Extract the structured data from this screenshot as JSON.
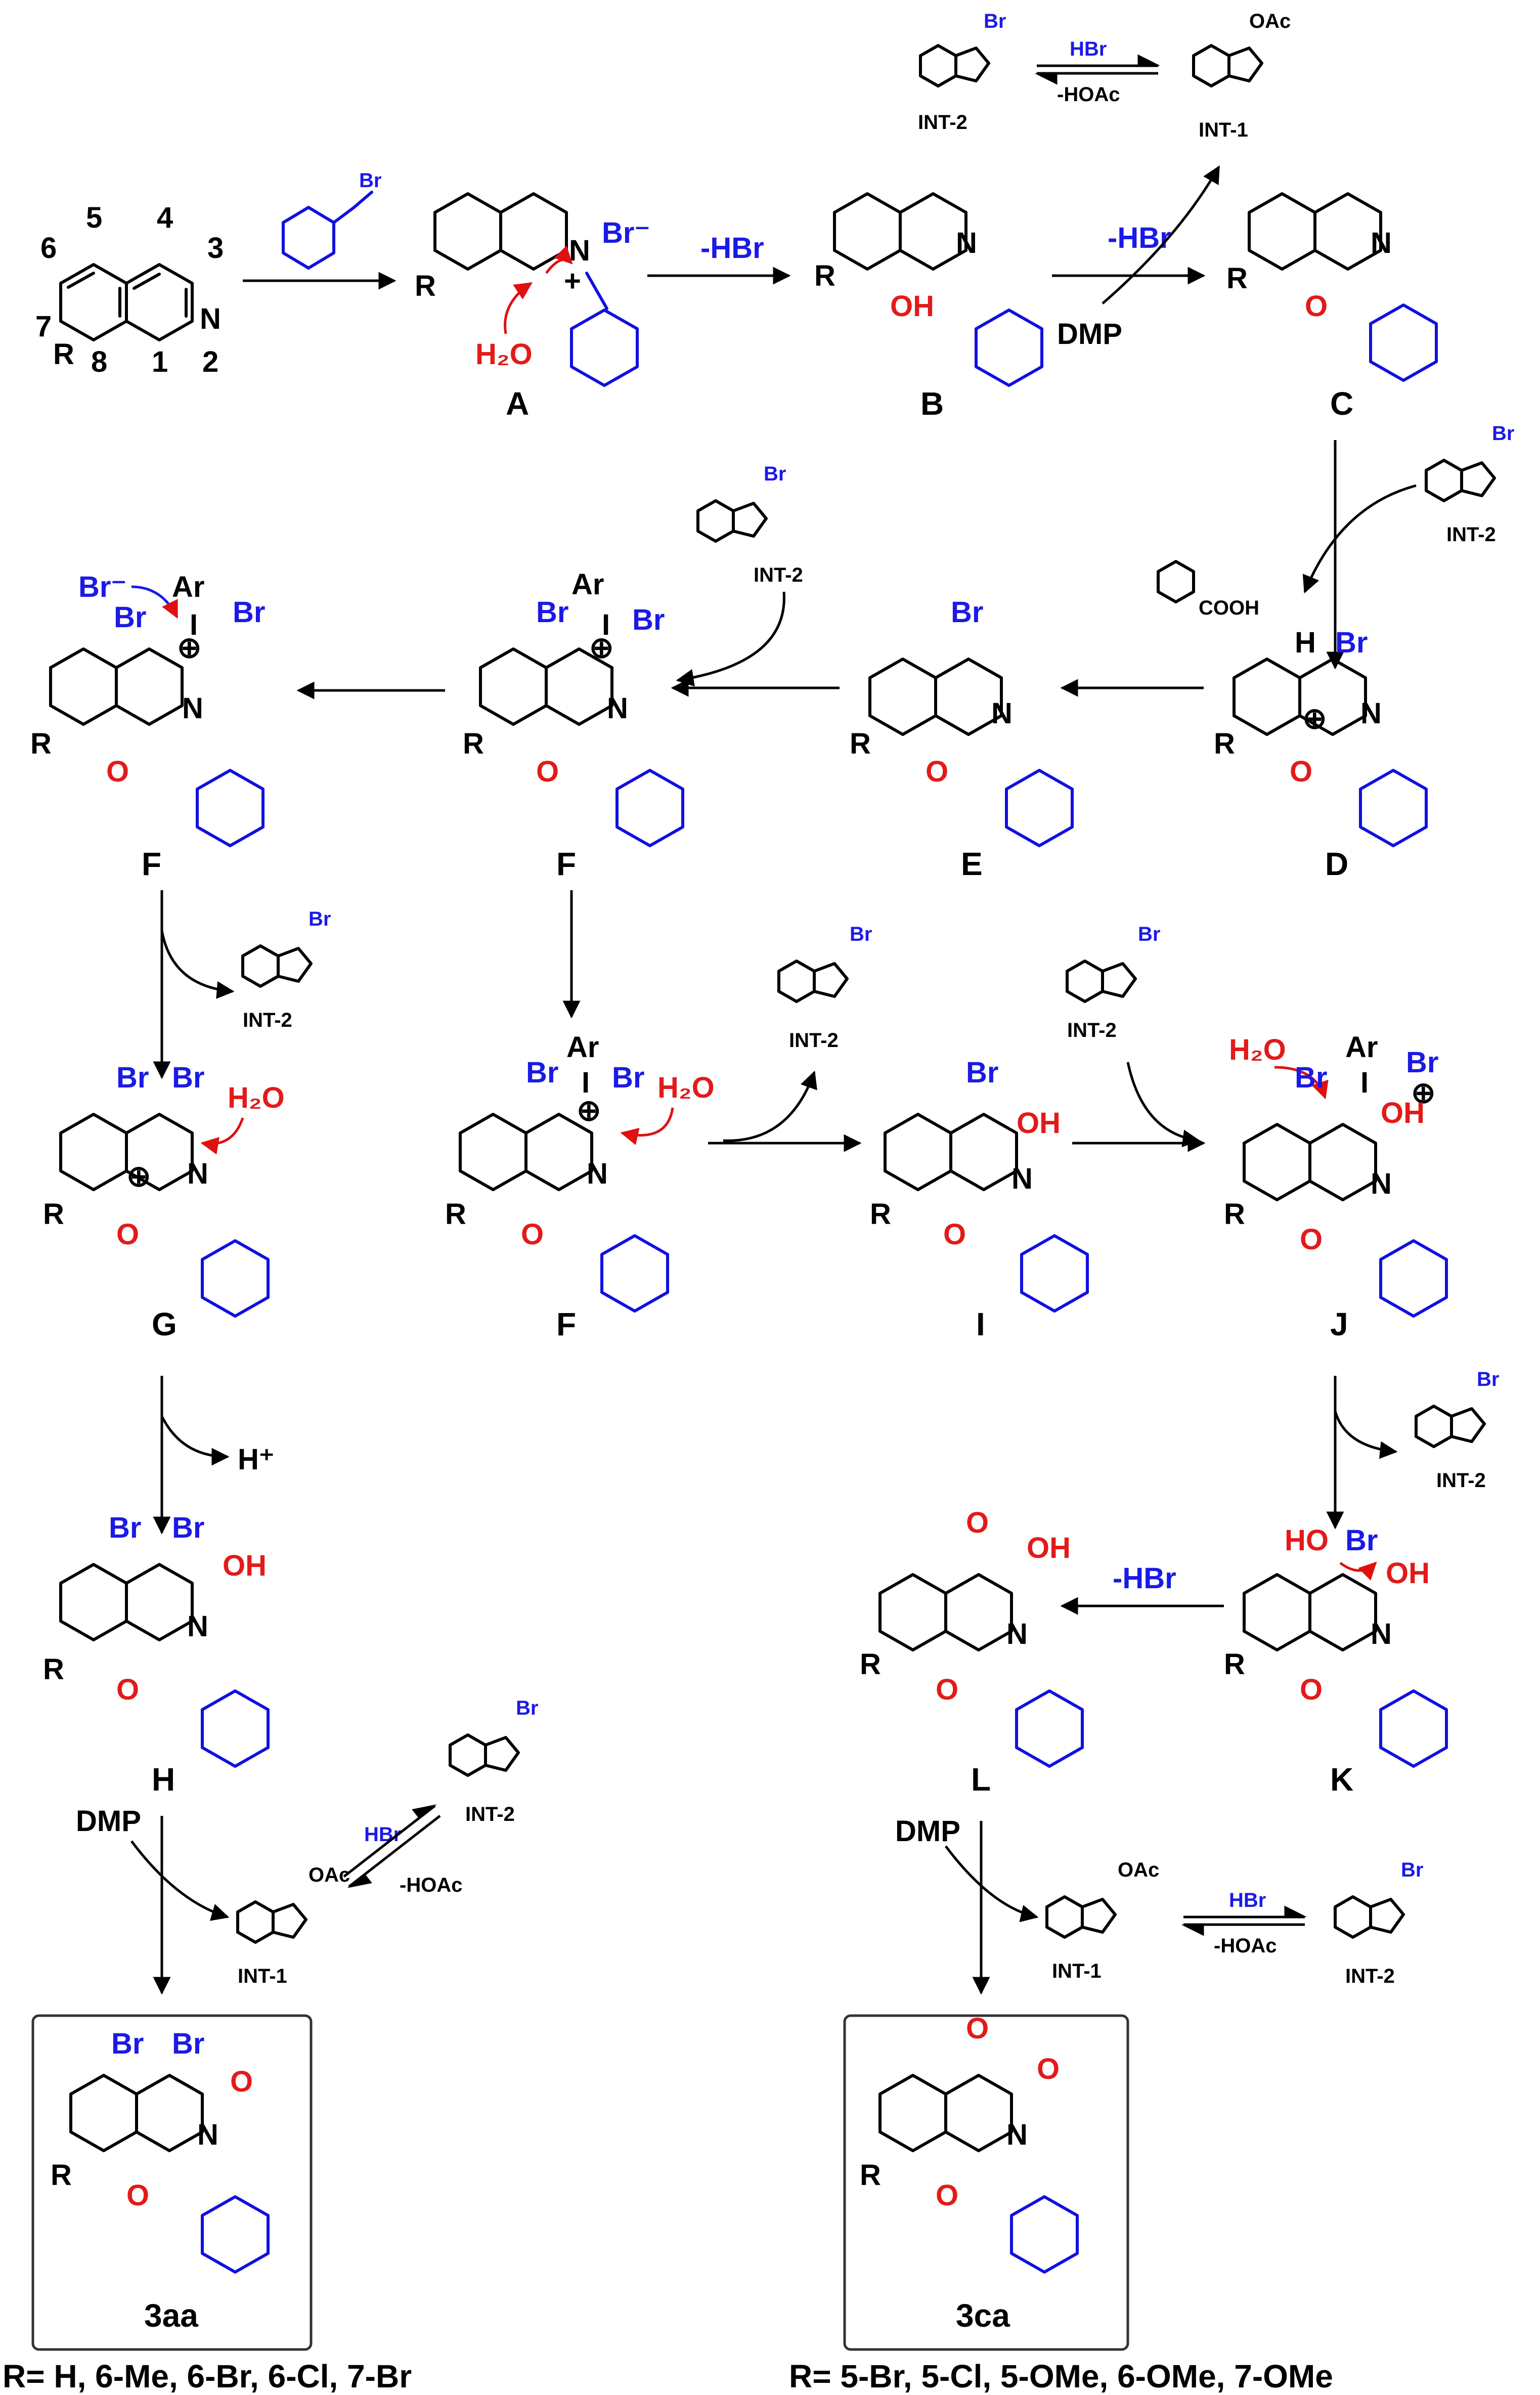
{
  "labels": {
    "A": "A",
    "B": "B",
    "C": "C",
    "D": "D",
    "E": "E",
    "F": "F",
    "G": "G",
    "H": "H",
    "I": "I",
    "J": "J",
    "K": "K",
    "L": "L",
    "p3aa": "3aa",
    "p3ca": "3ca"
  },
  "reagents": {
    "minus_hbr": "-HBr",
    "dmp": "DMP",
    "hbr": "HBr",
    "minus_hoac": "-HOAc",
    "h2o": "H₂O",
    "h_plus": "H⁺",
    "br_minus": "Br⁻",
    "int1": "INT-1",
    "int2": "INT-2",
    "cooh": "COOH"
  },
  "atoms": {
    "N": "N",
    "O": "O",
    "Br": "Br",
    "OH": "OH",
    "HO": "HO",
    "H": "H",
    "I": "I",
    "Ar": "Ar",
    "R": "R",
    "OAc": "OAc",
    "plus": "+",
    "oplus": "⊕"
  },
  "numbering": [
    "1",
    "2",
    "3",
    "4",
    "5",
    "6",
    "7",
    "8"
  ],
  "footnotes": {
    "left": "R= H, 6-Me, 6-Br, 6-Cl, 7-Br",
    "right": "R= 5-Br, 5-Cl, 5-OMe, 6-OMe, 7-OMe"
  },
  "colors": {
    "black": "#000000",
    "blue": "#1a1ae6",
    "red": "#e31a1a"
  }
}
